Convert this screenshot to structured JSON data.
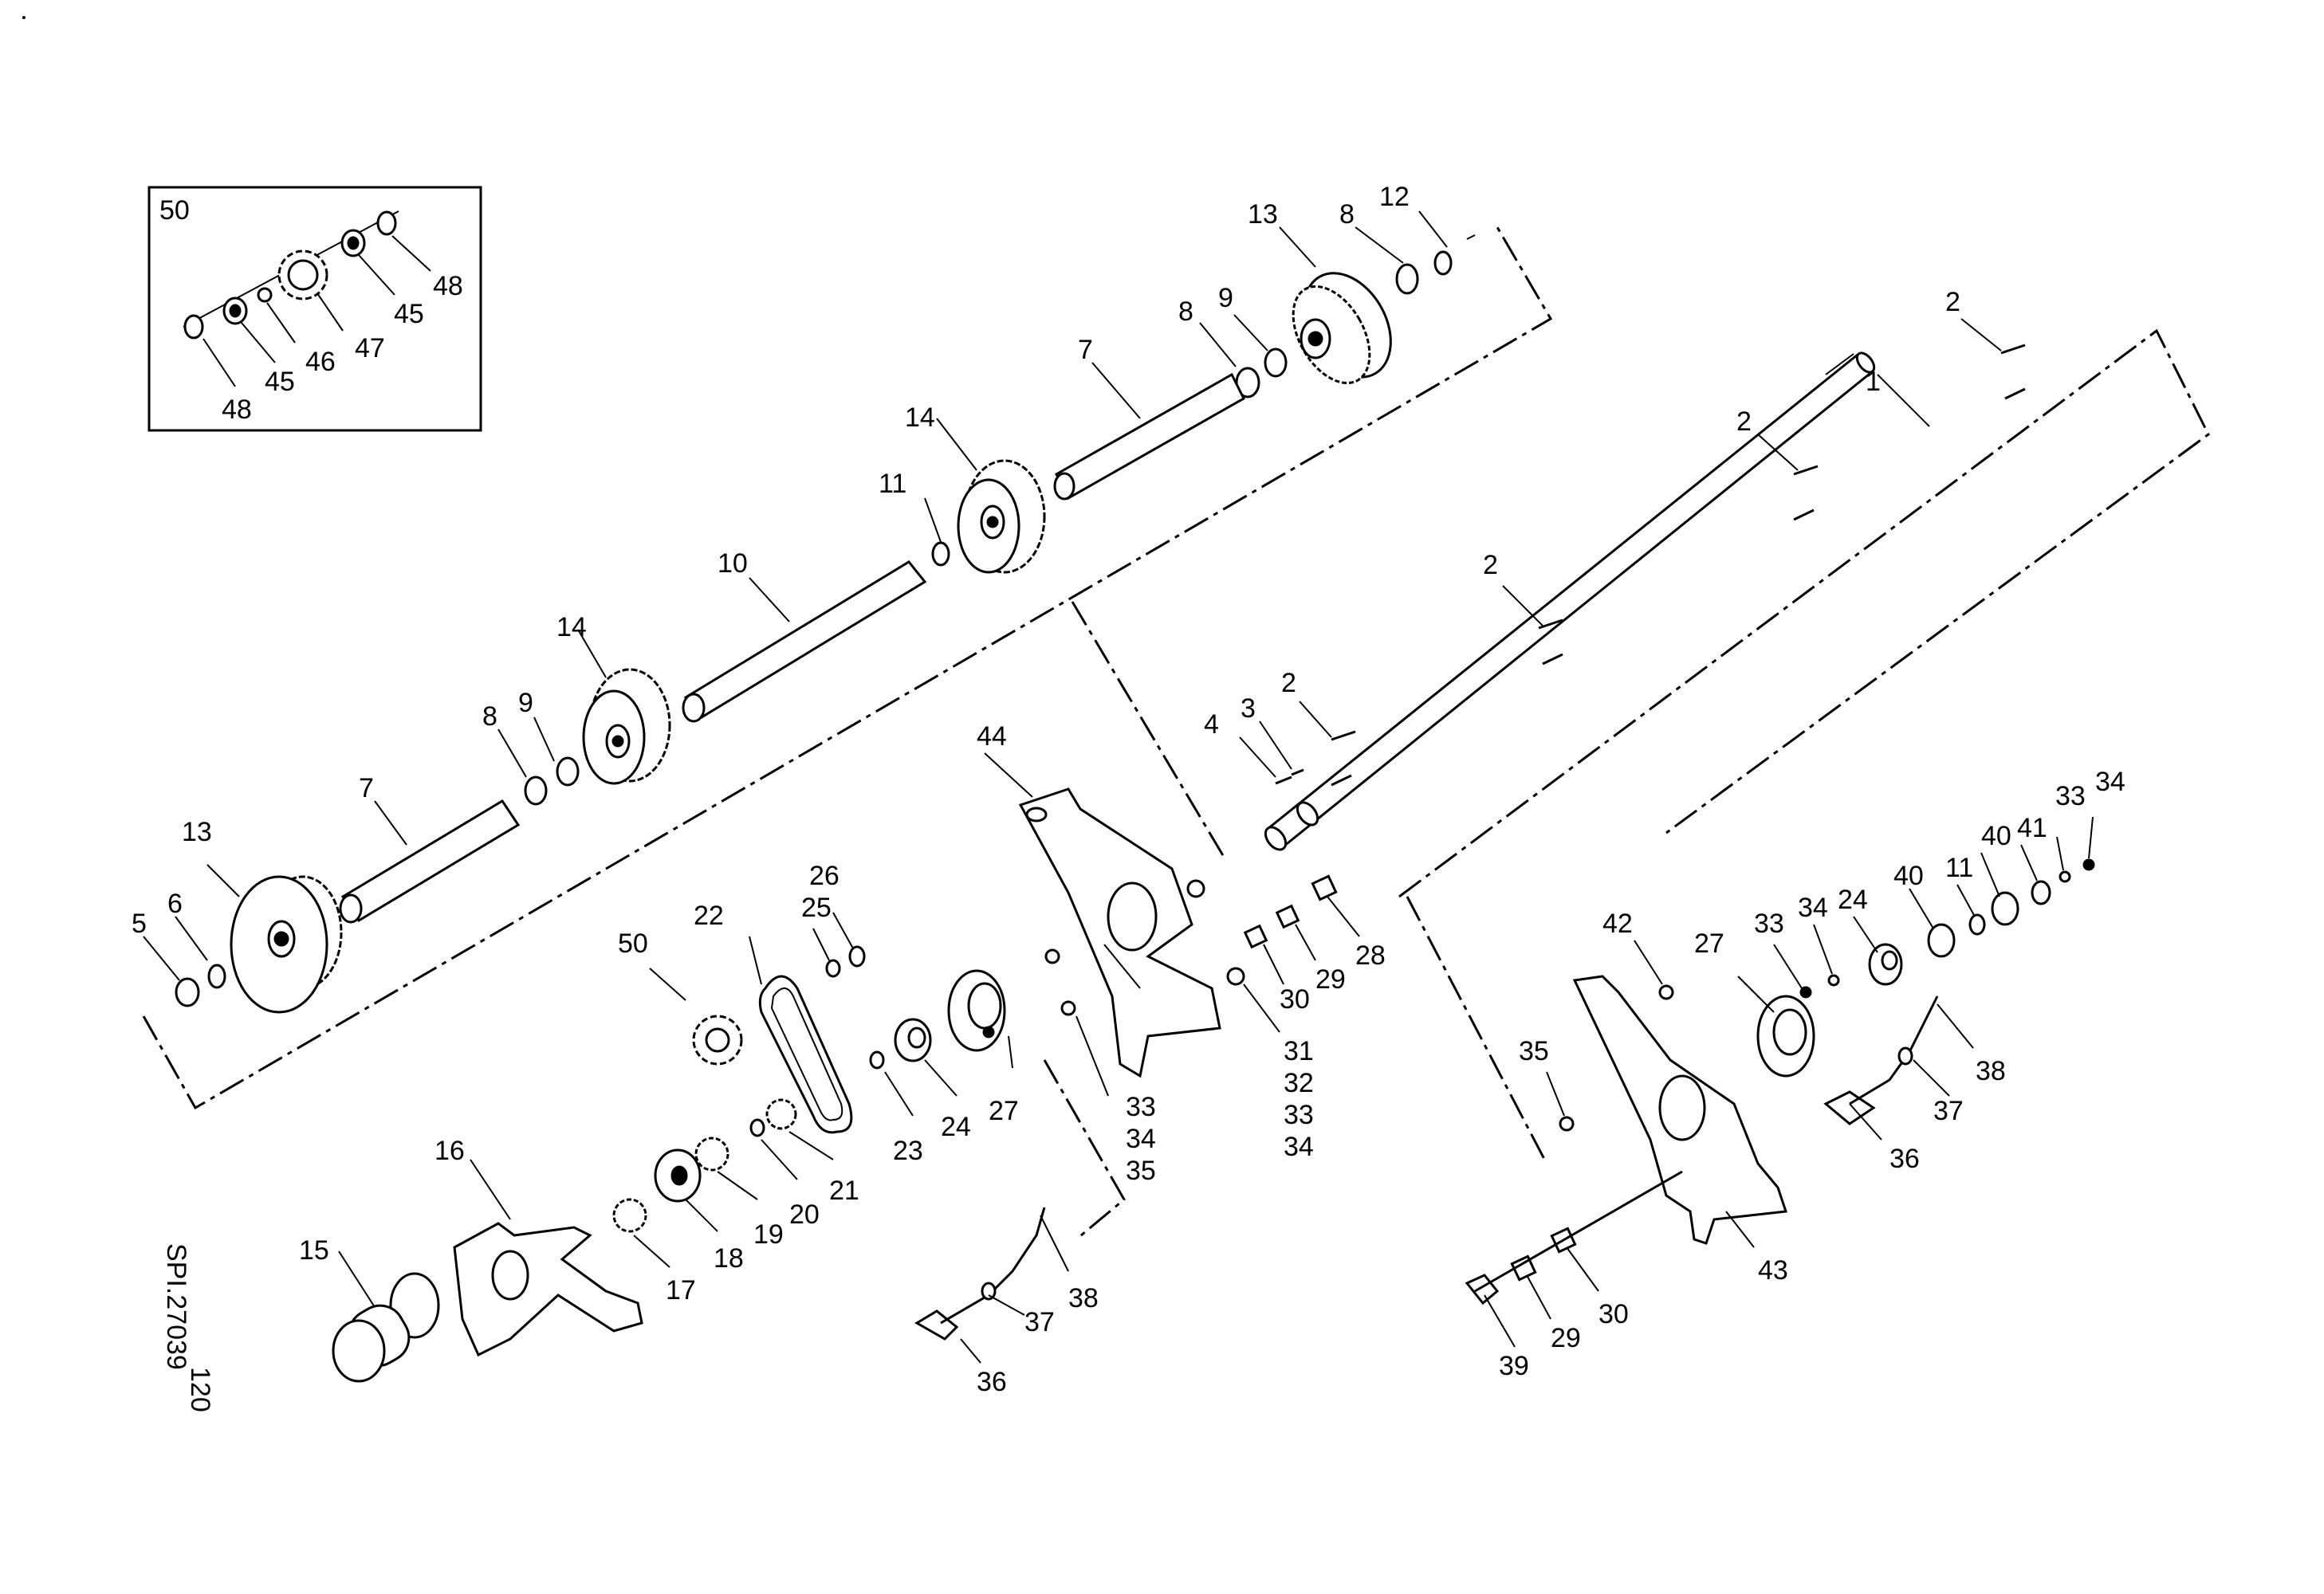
{
  "drawing_code": "SPI.27039",
  "sheet": "120",
  "inset_label": "50",
  "labels": {
    "l1": "1",
    "l2a": "2",
    "l2b": "2",
    "l2c": "2",
    "l2d": "2",
    "l3": "3",
    "l4": "4",
    "l5": "5",
    "l6": "6",
    "l7a": "7",
    "l7b": "7",
    "l8a": "8",
    "l8b": "8",
    "l8c": "8",
    "l9a": "9",
    "l9b": "9",
    "l10": "10",
    "l11a": "11",
    "l11b": "11",
    "l12": "12",
    "l13a": "13",
    "l13b": "13",
    "l14a": "14",
    "l14b": "14",
    "l15": "15",
    "l16": "16",
    "l17": "17",
    "l18": "18",
    "l19": "19",
    "l20": "20",
    "l21": "21",
    "l22": "22",
    "l23": "23",
    "l24a": "24",
    "l24b": "24",
    "l25": "25",
    "l26": "26",
    "l27a": "27",
    "l27b": "27",
    "l28": "28",
    "l29a": "29",
    "l29b": "29",
    "l30a": "30",
    "l30b": "30",
    "l31": "31",
    "l32": "32",
    "l33a": "33",
    "l33b": "33",
    "l33c": "33",
    "l33d": "33",
    "l34a": "34",
    "l34b": "34",
    "l34c": "34",
    "l34d": "34",
    "l35a": "35",
    "l35b": "35",
    "l36a": "36",
    "l36b": "36",
    "l37a": "37",
    "l37b": "37",
    "l38a": "38",
    "l38b": "38",
    "l39": "39",
    "l40a": "40",
    "l40b": "40",
    "l41": "41",
    "l42": "42",
    "l43": "43",
    "l44": "44",
    "l45a": "45",
    "l45b": "45",
    "l46": "46",
    "l47": "47",
    "l48a": "48",
    "l48b": "48",
    "l50": "50"
  }
}
